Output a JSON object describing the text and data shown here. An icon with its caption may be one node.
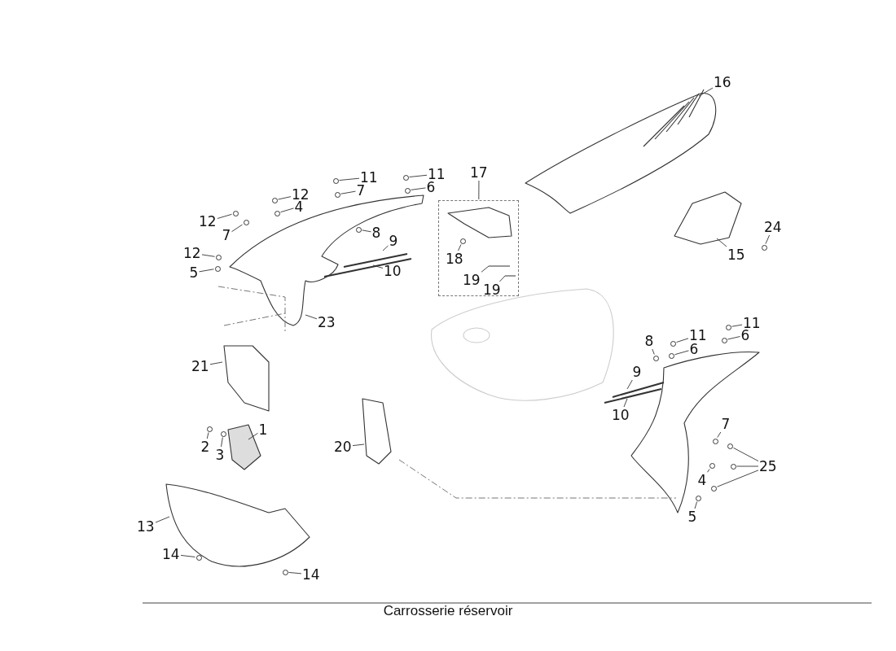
{
  "diagram": {
    "caption": "Carrosserie réservoir",
    "nodes": [
      {
        "text": [
          "16"
        ]
      },
      {
        "text": [
          "11"
        ]
      },
      {
        "text": [
          "6"
        ]
      },
      {
        "text": [
          "17"
        ]
      },
      {
        "text": [],
        "shape": "box"
      },
      {
        "text": [
          "11"
        ]
      },
      {
        "text": [
          "7"
        ]
      },
      {
        "text": [
          "12"
        ]
      },
      {
        "text": [
          "4"
        ]
      },
      {
        "text": [
          "12"
        ]
      },
      {
        "text": [
          "7"
        ]
      },
      {
        "text": [
          "24"
        ]
      },
      {
        "text": [
          "8"
        ]
      },
      {
        "text": [
          "9"
        ]
      },
      {
        "text": [
          "15"
        ]
      },
      {
        "text": [
          "12"
        ]
      },
      {
        "text": [
          "5"
        ]
      },
      {
        "text": [
          "18"
        ],
        "in": 4
      },
      {
        "text": [
          "10"
        ]
      },
      {
        "text": [
          "19"
        ],
        "in": 4
      },
      {
        "text": [
          "19"
        ],
        "in": 4
      },
      {
        "text": [
          "23"
        ]
      },
      {
        "text": [
          "11"
        ]
      },
      {
        "text": [
          "6"
        ]
      },
      {
        "text": [
          "8"
        ]
      },
      {
        "text": [
          "11"
        ]
      },
      {
        "text": [
          "6"
        ]
      },
      {
        "text": [
          "21"
        ]
      },
      {
        "text": [
          "9"
        ]
      },
      {
        "text": [
          "10"
        ]
      },
      {
        "text": [
          "7"
        ]
      },
      {
        "text": [
          "1"
        ]
      },
      {
        "text": [
          "2"
        ]
      },
      {
        "text": [
          "3"
        ]
      },
      {
        "text": [
          "20"
        ]
      },
      {
        "text": [
          "25"
        ]
      },
      {
        "text": [
          "4"
        ]
      },
      {
        "text": [
          "5"
        ]
      },
      {
        "text": [
          "13"
        ]
      },
      {
        "text": [
          "14"
        ]
      },
      {
        "text": [
          "14"
        ]
      },
      {
        "text": [],
        "shape": "circle"
      },
      {
        "text": [],
        "shape": "circle"
      },
      {
        "text": [],
        "shape": "circle"
      },
      {
        "text": [],
        "shape": "circle"
      },
      {
        "text": [],
        "shape": "circle"
      },
      {
        "text": [],
        "shape": "circle"
      },
      {
        "text": [],
        "shape": "circle"
      },
      {
        "text": [],
        "shape": "circle"
      },
      {
        "text": [],
        "shape": "circle"
      },
      {
        "text": [],
        "shape": "circle"
      },
      {
        "text": [],
        "shape": "circle"
      },
      {
        "text": [],
        "shape": "circle"
      },
      {
        "text": [],
        "shape": "circle",
        "in": 4
      },
      {
        "text": [],
        "shape": "circle"
      },
      {
        "text": [],
        "shape": "circle"
      },
      {
        "text": [],
        "shape": "circle"
      },
      {
        "text": [],
        "shape": "circle"
      },
      {
        "text": [],
        "shape": "circle"
      },
      {
        "text": [],
        "shape": "circle"
      },
      {
        "text": [],
        "shape": "circle"
      },
      {
        "text": [],
        "shape": "circle"
      },
      {
        "text": [],
        "shape": "circle"
      },
      {
        "text": [],
        "shape": "circle"
      },
      {
        "text": [],
        "shape": "circle"
      },
      {
        "text": [],
        "shape": "circle"
      },
      {
        "text": [],
        "shape": "circle"
      },
      {
        "text": [],
        "shape": "circle"
      },
      {
        "text": [],
        "shape": "circle"
      }
    ],
    "edges": [
      {
        "from": 0,
        "to": null,
        "arrow": "none"
      },
      {
        "from": 1,
        "to": 41,
        "arrow": "none"
      },
      {
        "from": 2,
        "to": 42,
        "arrow": "none"
      },
      {
        "from": 3,
        "to": 4,
        "arrow": "none"
      },
      {
        "from": 5,
        "to": 43,
        "arrow": "none"
      },
      {
        "from": 6,
        "to": 44,
        "arrow": "none"
      },
      {
        "from": 7,
        "to": 45,
        "arrow": "none"
      },
      {
        "from": 8,
        "to": 46,
        "arrow": "none"
      },
      {
        "from": 9,
        "to": 47,
        "arrow": "none"
      },
      {
        "from": 10,
        "to": 48,
        "arrow": "none"
      },
      {
        "from": 11,
        "to": 49,
        "arrow": "none"
      },
      {
        "from": 12,
        "to": 50,
        "arrow": "none"
      },
      {
        "from": 13,
        "to": null,
        "arrow": "none"
      },
      {
        "from": 14,
        "to": null,
        "arrow": "none"
      },
      {
        "from": 15,
        "to": 51,
        "arrow": "none"
      },
      {
        "from": 16,
        "to": 52,
        "arrow": "none"
      },
      {
        "from": 17,
        "to": 53,
        "arrow": "none"
      },
      {
        "from": 18,
        "to": null,
        "arrow": "none"
      },
      {
        "from": 19,
        "to": null,
        "arrow": "none"
      },
      {
        "from": 20,
        "to": null,
        "arrow": "none"
      },
      {
        "from": 21,
        "to": null,
        "arrow": "none"
      },
      {
        "from": 22,
        "to": 54,
        "arrow": "none"
      },
      {
        "from": 23,
        "to": 55,
        "arrow": "none"
      },
      {
        "from": 24,
        "to": 56,
        "arrow": "none"
      },
      {
        "from": 25,
        "to": 57,
        "arrow": "none"
      },
      {
        "from": 26,
        "to": 58,
        "arrow": "none"
      },
      {
        "from": 27,
        "to": null,
        "arrow": "none"
      },
      {
        "from": 28,
        "to": null,
        "arrow": "none"
      },
      {
        "from": 29,
        "to": null,
        "arrow": "none"
      },
      {
        "from": 30,
        "to": 59,
        "arrow": "none"
      },
      {
        "from": 31,
        "to": null,
        "arrow": "none"
      },
      {
        "from": 32,
        "to": 60,
        "arrow": "none"
      },
      {
        "from": 33,
        "to": 61,
        "arrow": "none"
      },
      {
        "from": 34,
        "to": null,
        "arrow": "none"
      },
      {
        "from": 35,
        "to": 62,
        "arrow": "none"
      },
      {
        "from": 35,
        "to": 63,
        "arrow": "none"
      },
      {
        "from": 35,
        "to": 64,
        "arrow": "none"
      },
      {
        "from": 36,
        "to": 65,
        "arrow": "none"
      },
      {
        "from": 37,
        "to": 66,
        "arrow": "none"
      },
      {
        "from": 38,
        "to": null,
        "arrow": "none"
      },
      {
        "from": 39,
        "to": 67,
        "arrow": "none"
      },
      {
        "from": 40,
        "to": 68,
        "arrow": "none"
      }
    ]
  }
}
